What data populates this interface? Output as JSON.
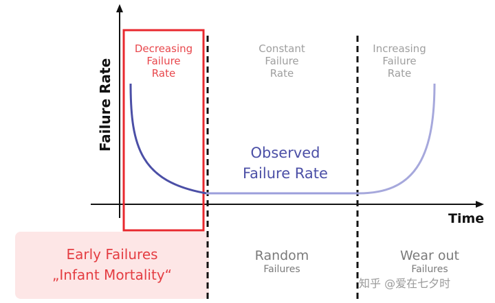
{
  "axes": {
    "y_label": "Failure Rate",
    "x_label": "Time"
  },
  "regions": [
    {
      "label_lines": [
        "Decreasing",
        "Failure",
        "Rate"
      ],
      "highlighted": true
    },
    {
      "label_lines": [
        "Constant",
        "Failure",
        "Rate"
      ],
      "highlighted": false
    },
    {
      "label_lines": [
        "Increasing",
        "Failure",
        "Rate"
      ],
      "highlighted": false
    }
  ],
  "curve_label_lines": [
    "Observed",
    "Failure Rate"
  ],
  "bottom": {
    "early_lines": [
      "Early Failures",
      "„Infant Mortality“"
    ],
    "random": {
      "title": "Random",
      "sub": "Failures"
    },
    "wearout": {
      "title": "Wear out",
      "sub": "Failures"
    }
  },
  "watermark": "知乎 @爱在七夕时",
  "colors": {
    "highlight": "#e8282e",
    "highlight_fill": "#fde6e6",
    "curve": "#4b4fa6",
    "curve_light": "#a6a8dc",
    "axis": "#111111"
  }
}
